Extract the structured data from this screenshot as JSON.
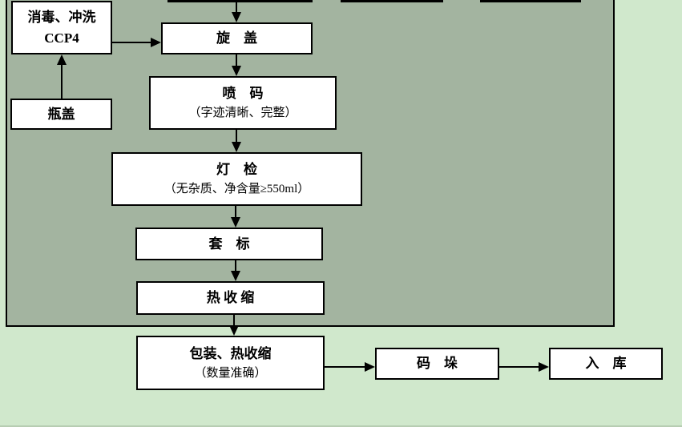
{
  "colors": {
    "page_background": "#d0e8cc",
    "panel_fill": "#a3b4a0",
    "box_fill": "#ffffff",
    "line_color": "#000000"
  },
  "diagram": {
    "nodes": {
      "disinfect": {
        "label": "消毒、冲洗",
        "sublabel": "CCP4"
      },
      "bottle_cap": {
        "label": "瓶盖"
      },
      "capping": {
        "label": "旋　盖"
      },
      "coding": {
        "label": "喷　码",
        "note": "（字迹清晰、完整）"
      },
      "inspection": {
        "label": "灯　检",
        "note": "（无杂质、净含量≥550ml）"
      },
      "labeling": {
        "label": "套　标"
      },
      "heat_shrink": {
        "label": "热 收 缩"
      },
      "packing": {
        "label": "包装、热收缩",
        "note": "（数量准确）"
      },
      "palletizing": {
        "label": "码　垛"
      },
      "warehousing": {
        "label": "入　库"
      }
    }
  }
}
